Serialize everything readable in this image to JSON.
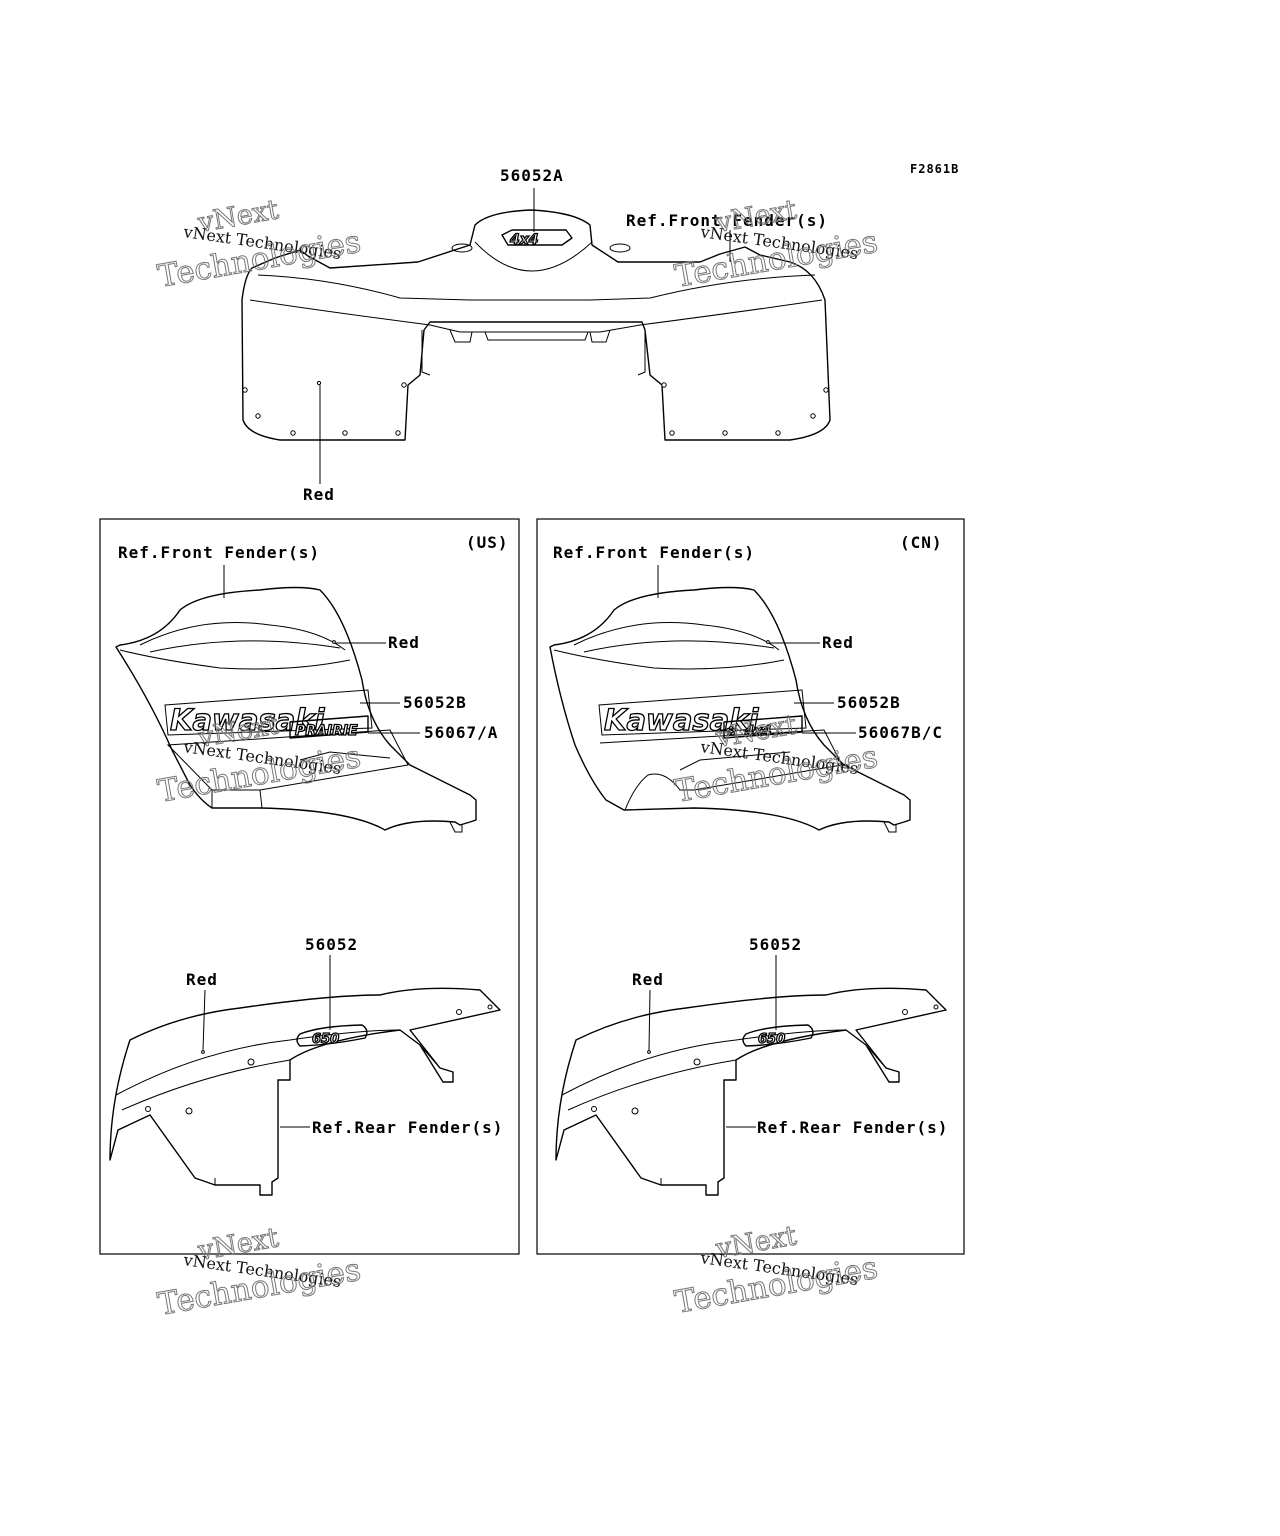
{
  "figure_code": "F2861B",
  "top_view": {
    "part_label": "56052A",
    "ref_label": "Ref.Front Fender(s)",
    "color_label": "Red"
  },
  "panel_us": {
    "region": "(US)",
    "ref_front": "Ref.Front Fender(s)",
    "color_front": "Red",
    "part_side_logo": "56052B",
    "part_model": "56067/A",
    "part_rear": "56052",
    "color_rear": "Red",
    "ref_rear": "Ref.Rear Fender(s)"
  },
  "panel_cn": {
    "region": "(CN)",
    "ref_front": "Ref.Front Fender(s)",
    "color_front": "Red",
    "part_side_logo": "56052B",
    "part_model": "56067B/C",
    "part_rear": "56052",
    "color_rear": "Red",
    "ref_rear": "Ref.Rear Fender(s)"
  },
  "decal_text": {
    "four_by_four": "4x4",
    "kawasaki": "Kawasaki",
    "prairie": "PRAIRIE",
    "model_number": "4x4",
    "maple_leaf": "✿",
    "engine": "650"
  },
  "watermark": {
    "line1": "vNext Technologies",
    "line2": "vNext",
    "line3": "Technologies"
  }
}
